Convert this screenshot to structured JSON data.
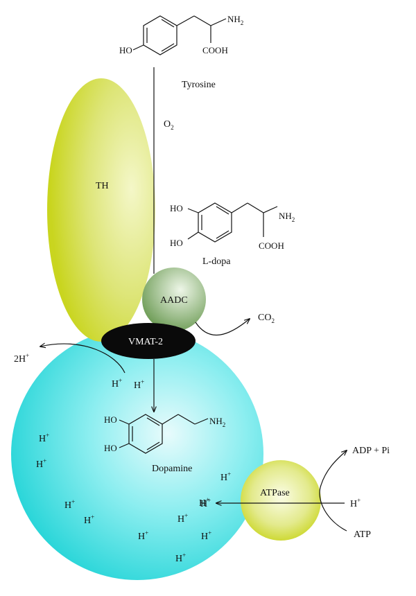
{
  "colors": {
    "th": "#c9d51f",
    "th_light": "#f4f7c8",
    "aadc": "#6a9a52",
    "aadc_light": "#eef6e8",
    "vmat": "#0a0a0a",
    "vesicle": "#1fd3d6",
    "vesicle_light": "#e8fbfc",
    "atpase": "#c9d51f",
    "line": "#111111"
  },
  "tyrosine": {
    "ho": "HO",
    "nh": "NH",
    "nh_sub": "2",
    "cooh": "COOH",
    "name": "Tyrosine"
  },
  "o2": {
    "main": "O",
    "sub": "2"
  },
  "th_label": "TH",
  "ldopa": {
    "ho1": "HO",
    "ho2": "HO",
    "nh": "NH",
    "nh_sub": "2",
    "cooh": "COOH",
    "name": "L-dopa"
  },
  "aadc_label": "AADC",
  "co2": {
    "main": "CO",
    "sub": "2"
  },
  "vmat_label": "VMAT-2",
  "proton_out": {
    "main": "2H",
    "sup": "+"
  },
  "proton_in": [
    {
      "main": "H",
      "sup": "+"
    },
    {
      "main": "H",
      "sup": "+"
    }
  ],
  "dopamine": {
    "ho1": "HO",
    "ho2": "HO",
    "nh": "NH",
    "nh_sub": "2",
    "name": "Dopamine"
  },
  "vesicle_protons": [
    {
      "main": "H",
      "sup": "+"
    },
    {
      "main": "H",
      "sup": "+"
    },
    {
      "main": "H",
      "sup": "+"
    },
    {
      "main": "H",
      "sup": "+"
    },
    {
      "main": "H",
      "sup": "+"
    },
    {
      "main": "H",
      "sup": "+"
    },
    {
      "main": "H",
      "sup": "+"
    },
    {
      "main": "H",
      "sup": "+"
    },
    {
      "main": "H",
      "sup": "+"
    },
    {
      "main": "H",
      "sup": "+"
    }
  ],
  "atpase_label": "ATPase",
  "atpase_in_proton": {
    "main": "H",
    "sup": "+"
  },
  "atpase_out_proton": {
    "main": "H",
    "sup": "+"
  },
  "adp_pi": "ADP + Pi",
  "atp": "ATP"
}
